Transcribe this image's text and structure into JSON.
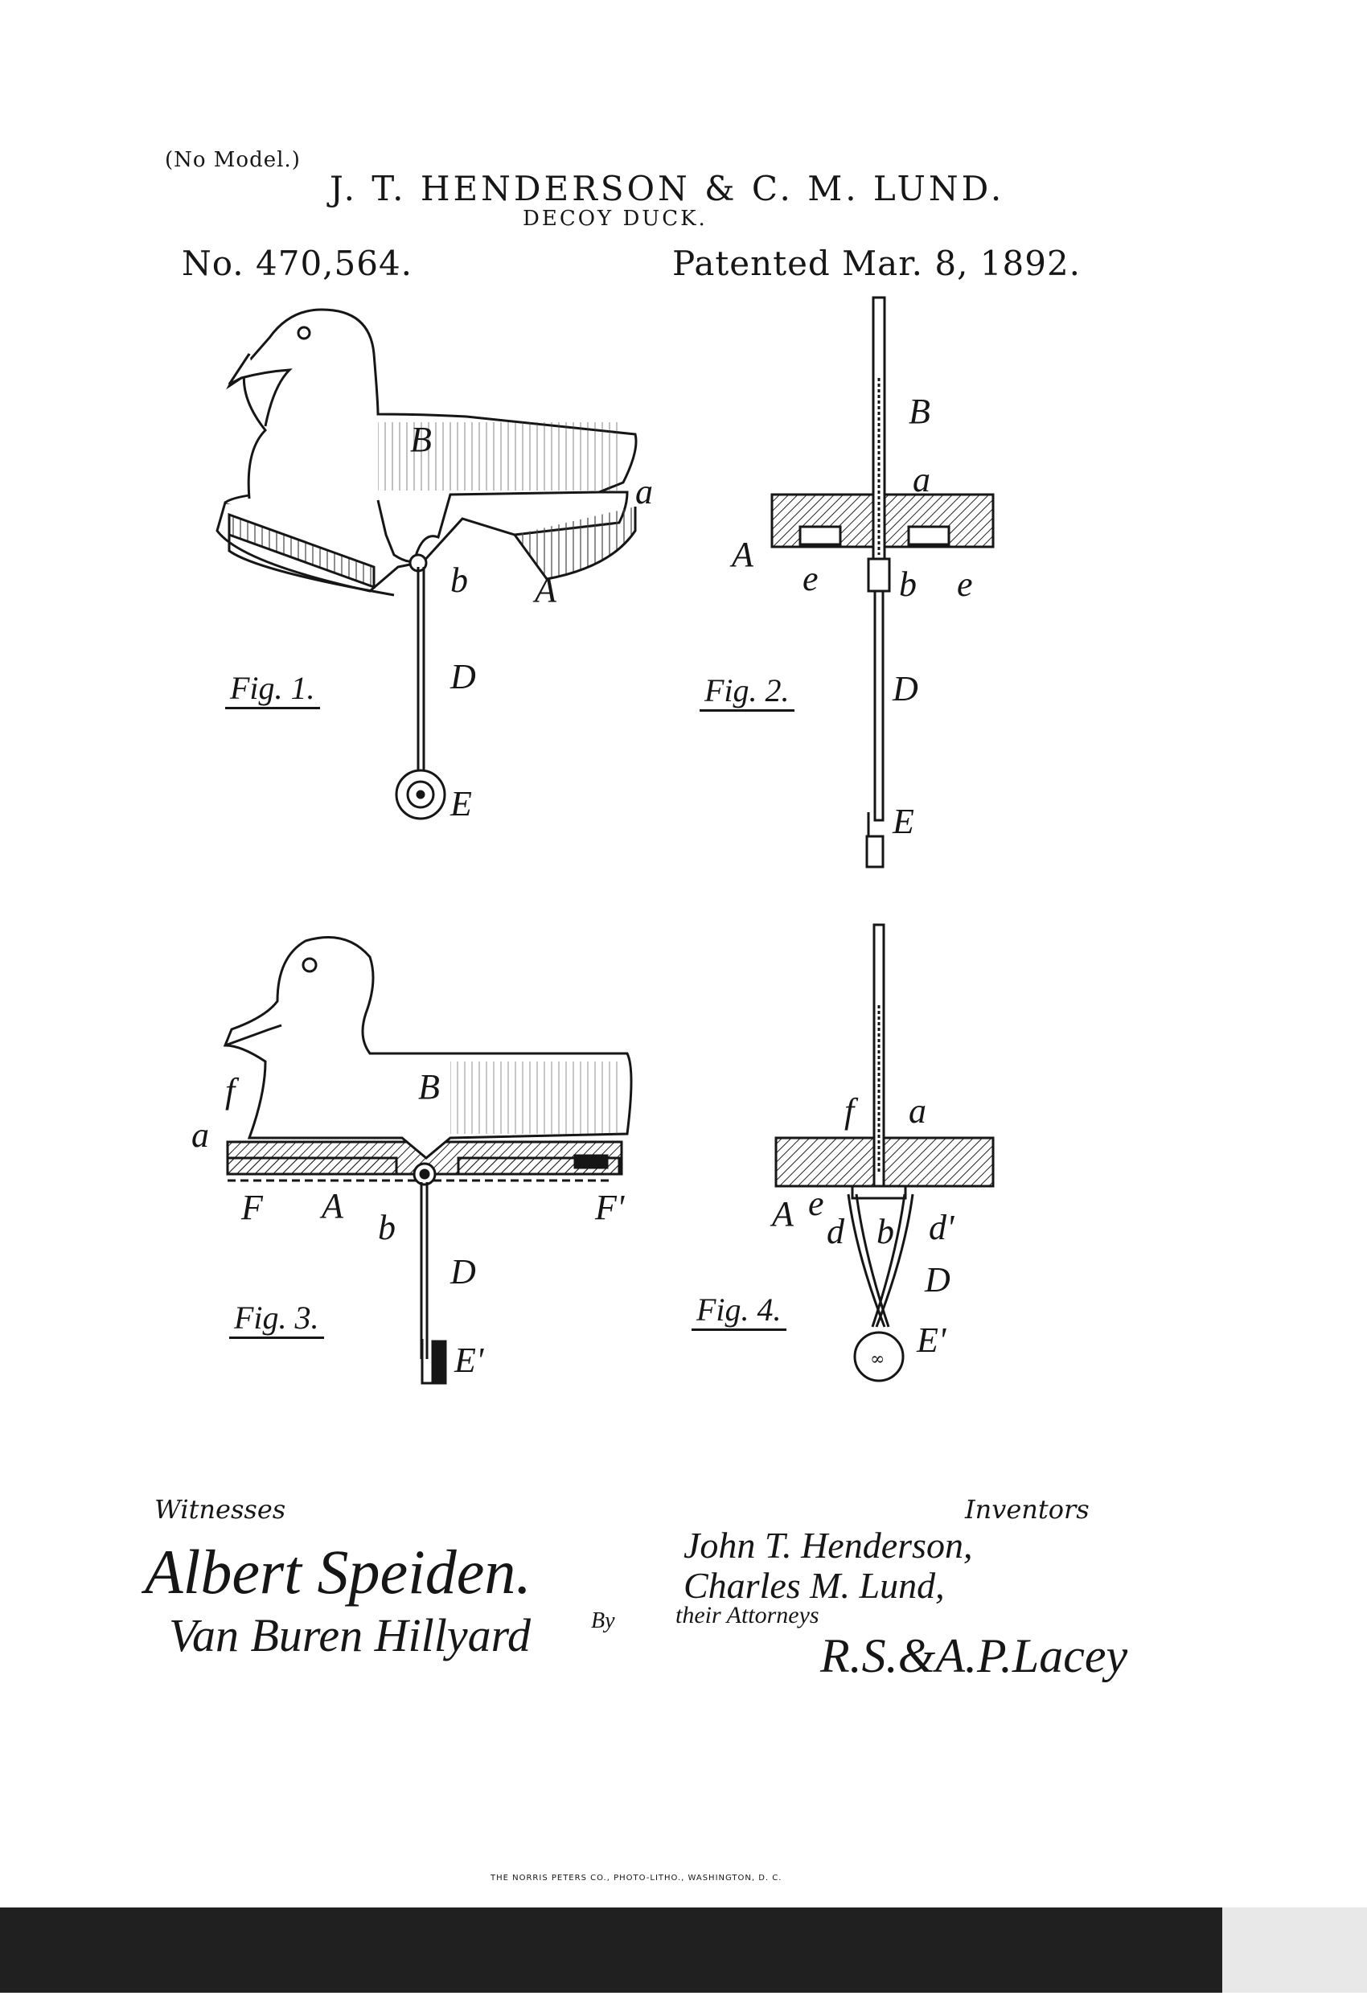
{
  "header": {
    "no_model": "(No Model.)",
    "inventors": "J. T. HENDERSON & C. M. LUND.",
    "title": "DECOY DUCK.",
    "patent_number": "No. 470,564.",
    "patent_date": "Patented Mar. 8, 1892."
  },
  "figures": {
    "fig1": {
      "label": "Fig. 1.",
      "parts": [
        "B",
        "a",
        "b",
        "A",
        "D",
        "E"
      ]
    },
    "fig2": {
      "label": "Fig. 2.",
      "parts": [
        "B",
        "a",
        "A",
        "e",
        "b",
        "e",
        "D",
        "E"
      ]
    },
    "fig3": {
      "label": "Fig. 3.",
      "parts": [
        "f",
        "B",
        "a",
        "F",
        "A",
        "b",
        "F'",
        "D",
        "E'"
      ]
    },
    "fig4": {
      "label": "Fig. 4.",
      "parts": [
        "f",
        "a",
        "A",
        "e",
        "d",
        "b",
        "d'",
        "D",
        "E'"
      ]
    }
  },
  "witnesses": {
    "heading": "Witnesses",
    "signatures": [
      "Albert Speiden.",
      "Van Buren Hillyard"
    ]
  },
  "inventors": {
    "heading": "Inventors",
    "names": [
      "John T. Henderson,",
      "Charles M. Lund,"
    ],
    "by": "By",
    "attorneys_label": "their Attorneys",
    "attorneys_signature": "R.S.&A.P.Lacey"
  },
  "printer_credit": "THE NORRIS PETERS CO., PHOTO-LITHO., WASHINGTON, D. C."
}
